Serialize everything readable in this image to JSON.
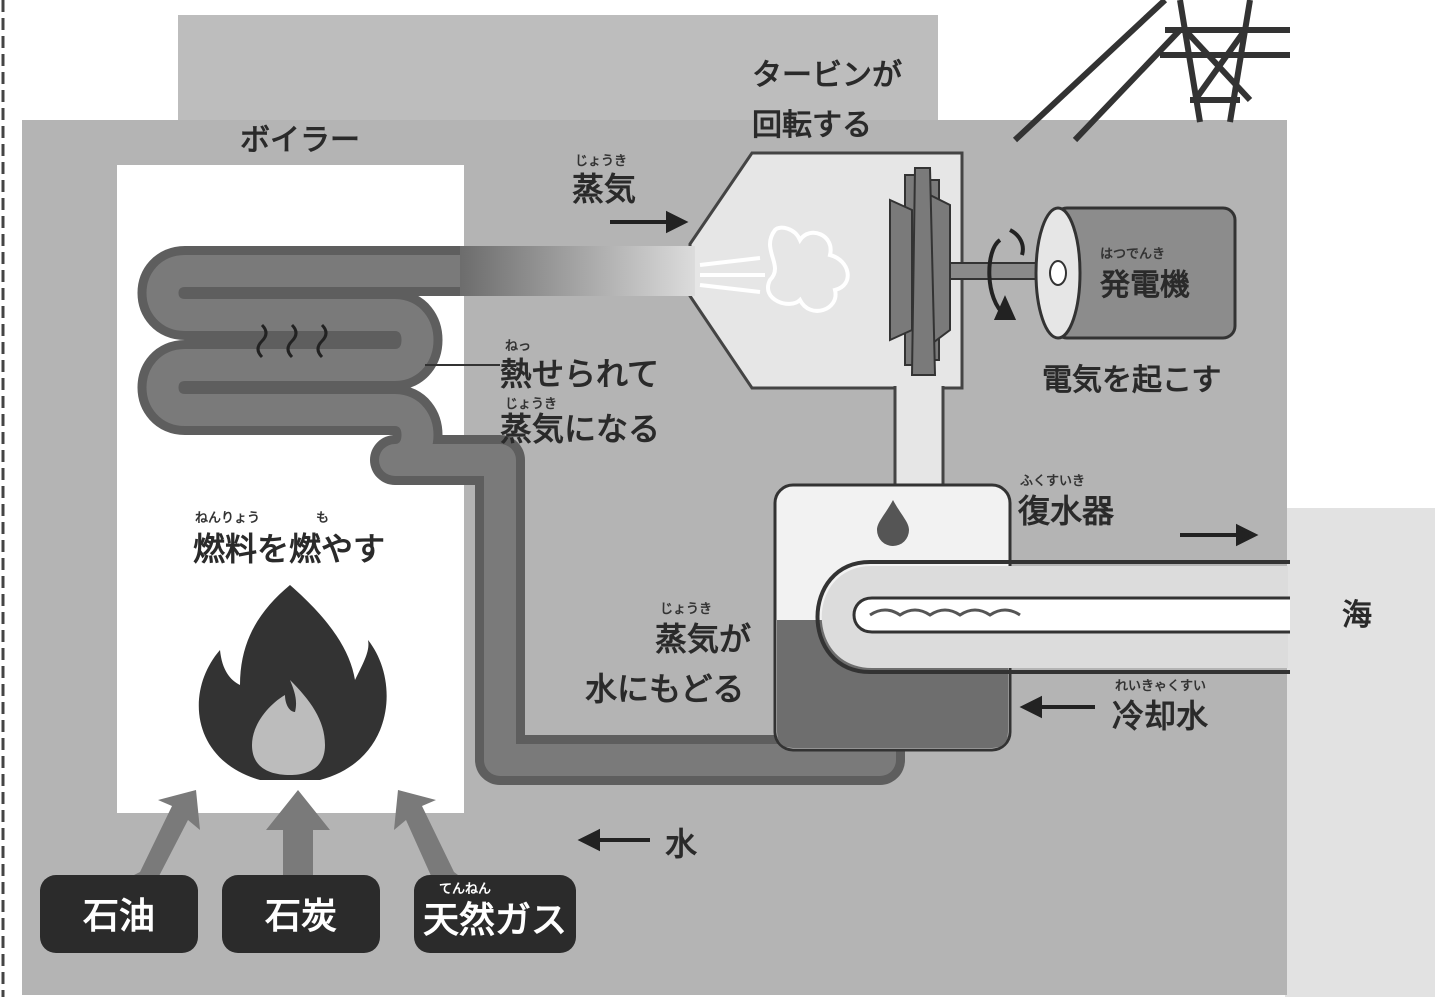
{
  "colors": {
    "building": "#b4b4b4",
    "building_top": "#bdbdbd",
    "boiler_interior": "#ffffff",
    "pipe": "#686868",
    "pipe_light": "#dcdcdc",
    "flame_dark": "#333333",
    "flame_inner": "#bcbcbc",
    "fuel_box": "#2b2b2b",
    "sea": "#e2e2e2"
  },
  "labels": {
    "boiler": "ボイラー",
    "turbine_line1": "タービンが",
    "turbine_line2": "回転する",
    "steam": "蒸気",
    "steam_ruby": "じょうき",
    "heated_line1": "熱せられて",
    "heated_ruby": "ねっ",
    "heated_line2": "蒸気になる",
    "heated_line2_ruby": "じょうき",
    "generator": "発電機",
    "generator_ruby": "はつでんき",
    "electricity": "電気を起こす",
    "condenser": "復水器",
    "condenser_ruby": "ふくすいき",
    "fuel_burn": "燃料を燃やす",
    "fuel_burn_ruby1": "ねんりょう",
    "fuel_burn_ruby2": "も",
    "steam_to_water_line1": "蒸気が",
    "steam_to_water_ruby": "じょうき",
    "steam_to_water_line2": "水にもどる",
    "sea": "海",
    "cooling_water": "冷却水",
    "cooling_water_ruby": "れいきゃくすい",
    "water": "水"
  },
  "fuels": [
    "石油",
    "石炭",
    "天然ガス"
  ],
  "fuel_ruby": "てんねん",
  "icons": [
    "flame-icon",
    "transmission-tower-icon",
    "rotation-arrow-icon",
    "water-drop-icon",
    "steam-cloud-icon",
    "turbine-icon",
    "generator-icon"
  ]
}
